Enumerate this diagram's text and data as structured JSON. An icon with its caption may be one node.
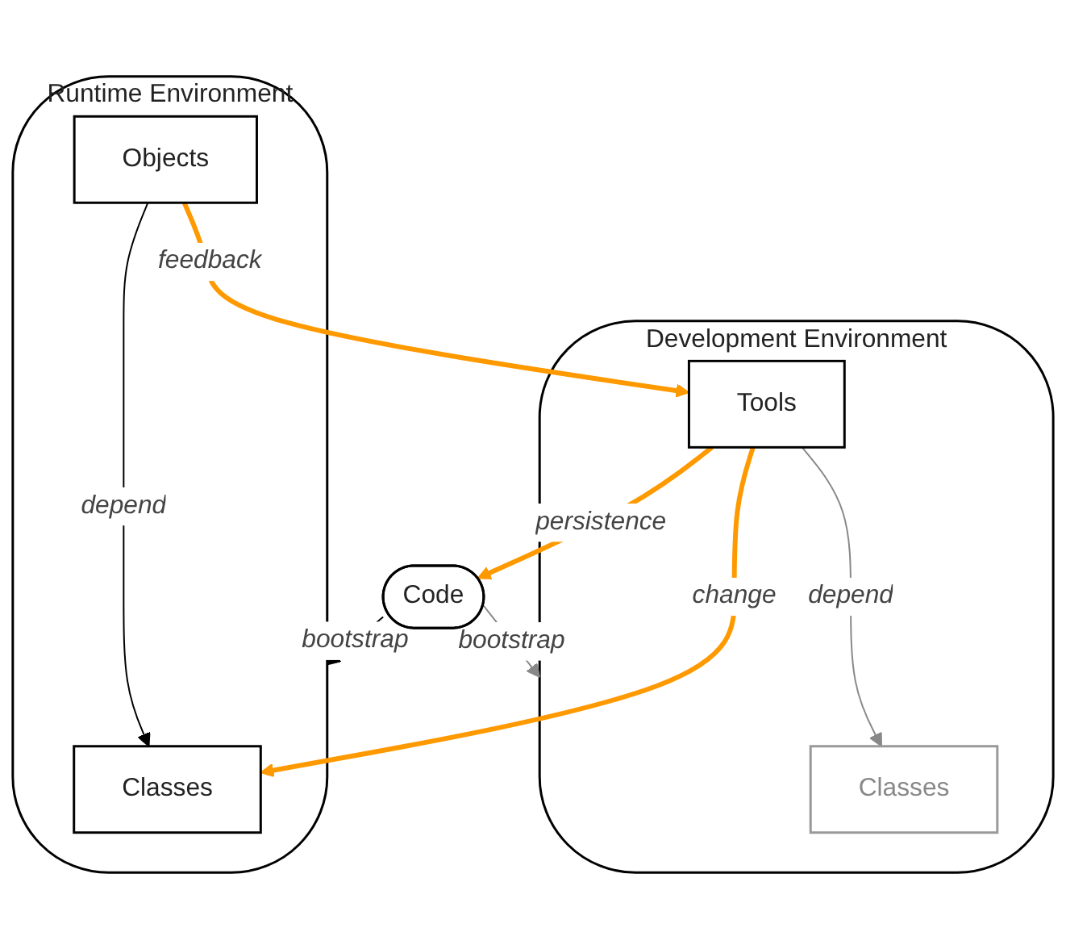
{
  "diagram": {
    "nodes": [
      {
        "text": [
          "Code"
        ]
      },
      {
        "text": [
          "Development Environment"
        ]
      },
      {
        "text": [
          "Classes"
        ],
        "in": 1
      },
      {
        "text": [
          "Tools"
        ],
        "in": 1
      },
      {
        "text": [
          "Runtime Environment"
        ]
      },
      {
        "text": [
          "Classes"
        ],
        "in": 4
      },
      {
        "text": [
          "Objects"
        ],
        "in": 4
      }
    ],
    "edges": [
      {
        "from": 0,
        "to": 1,
        "arrow": "to",
        "label": "bootstrap",
        "color": "#888888"
      },
      {
        "from": 0,
        "to": 4,
        "arrow": "to",
        "label": "bootstrap",
        "color": "#000000"
      },
      {
        "from": 3,
        "to": 0,
        "arrow": "to",
        "label": "persistence",
        "style": "thick",
        "color": "#ff9900"
      },
      {
        "from": 3,
        "to": 2,
        "arrow": "to",
        "label": "depend",
        "color": "#888888"
      },
      {
        "from": 3,
        "to": 5,
        "arrow": "to",
        "label": "change",
        "style": "thick",
        "color": "#ff9900"
      },
      {
        "from": 6,
        "to": 5,
        "arrow": "to",
        "label": "depend",
        "color": "#000000"
      },
      {
        "from": 6,
        "to": 3,
        "arrow": "to",
        "label": "feedback",
        "style": "thick",
        "color": "#ff9900"
      }
    ]
  }
}
